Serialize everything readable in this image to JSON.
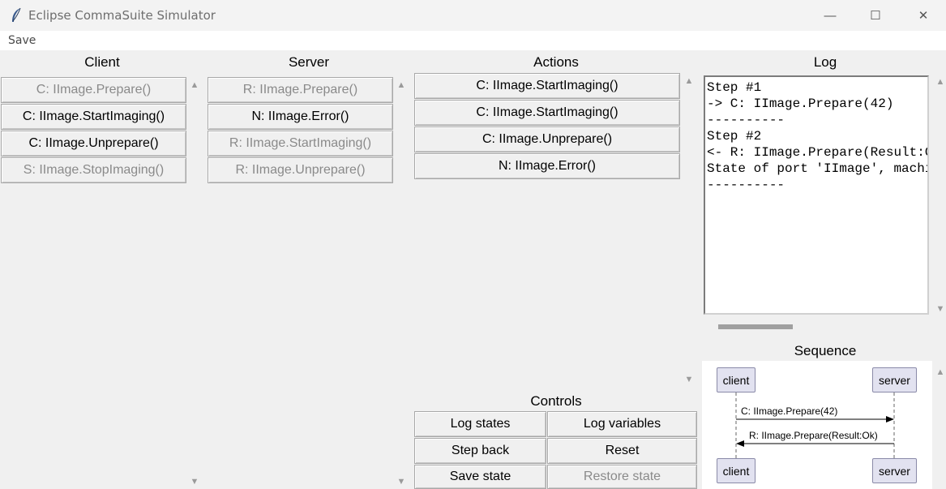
{
  "window": {
    "title": "Eclipse CommaSuite Simulator",
    "minimize_glyph": "—",
    "maximize_glyph": "☐",
    "close_glyph": "✕"
  },
  "menu": {
    "save": "Save"
  },
  "client": {
    "heading": "Client",
    "items": [
      {
        "label": "C: IImage.Prepare()",
        "enabled": false
      },
      {
        "label": "C: IImage.StartImaging()",
        "enabled": true
      },
      {
        "label": "C: IImage.Unprepare()",
        "enabled": true
      },
      {
        "label": "S: IImage.StopImaging()",
        "enabled": false
      }
    ]
  },
  "server": {
    "heading": "Server",
    "items": [
      {
        "label": "R: IImage.Prepare()",
        "enabled": false
      },
      {
        "label": "N: IImage.Error()",
        "enabled": true
      },
      {
        "label": "R: IImage.StartImaging()",
        "enabled": false
      },
      {
        "label": "R: IImage.Unprepare()",
        "enabled": false
      }
    ]
  },
  "actions": {
    "heading": "Actions",
    "items": [
      {
        "label": "C: IImage.StartImaging()",
        "enabled": true
      },
      {
        "label": "C: IImage.StartImaging()",
        "enabled": true
      },
      {
        "label": "C: IImage.Unprepare()",
        "enabled": true
      },
      {
        "label": "N: IImage.Error()",
        "enabled": true
      }
    ]
  },
  "controls": {
    "heading": "Controls",
    "log_states": "Log states",
    "log_variables": "Log variables",
    "step_back": "Step back",
    "reset": "Reset",
    "save_state": "Save state",
    "restore_state": "Restore state"
  },
  "log": {
    "heading": "Log",
    "lines": [
      "Step #1",
      "-> C: IImage.Prepare(42)",
      "----------",
      "Step #2",
      "<- R: IImage.Prepare(Result:Ok)",
      "State of port 'IImage', machine",
      "----------"
    ]
  },
  "sequence": {
    "heading": "Sequence",
    "client": "client",
    "server": "server",
    "message1": "C: IImage.Prepare(42)",
    "message2": "R: IImage.Prepare(Result:Ok)"
  },
  "icons": {
    "app": "feather-icon",
    "scroll_up": "triangle-up-icon",
    "scroll_down": "triangle-down-icon"
  }
}
